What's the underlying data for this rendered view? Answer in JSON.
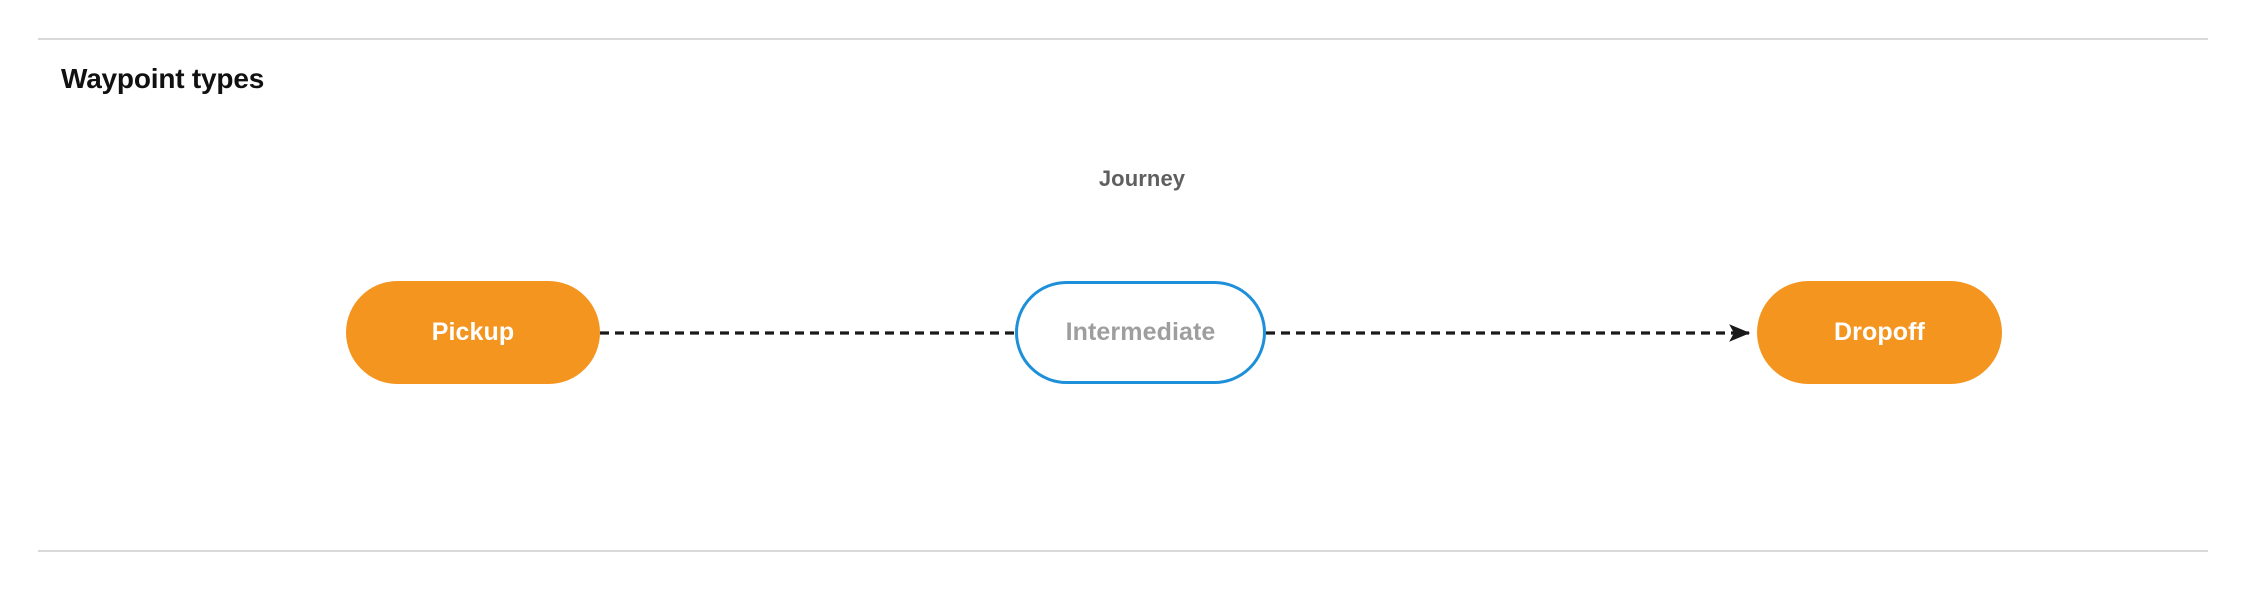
{
  "section": {
    "title": "Waypoint types"
  },
  "diagram": {
    "group_label": "Journey",
    "nodes": [
      {
        "id": "pickup",
        "label": "Pickup",
        "kind": "filled",
        "fill": "#f49520",
        "text_color": "#ffffff"
      },
      {
        "id": "intermediate",
        "label": "Intermediate",
        "kind": "outlined",
        "fill": "#ffffff",
        "border_color": "#1e90d9",
        "text_color": "#9e9e9e"
      },
      {
        "id": "dropoff",
        "label": "Dropoff",
        "kind": "filled",
        "fill": "#f49520",
        "text_color": "#ffffff"
      }
    ],
    "connectors": [
      {
        "from": "pickup",
        "to": "intermediate",
        "style": "dashed",
        "color": "#1a1a1a",
        "arrowhead": false
      },
      {
        "from": "intermediate",
        "to": "dropoff",
        "style": "dashed",
        "color": "#1a1a1a",
        "arrowhead": true
      }
    ]
  },
  "colors": {
    "divider": "#d9d9d9",
    "accent_orange": "#f49520",
    "accent_blue": "#1e90d9",
    "muted_text": "#9e9e9e",
    "label_gray": "#5f5f5f"
  }
}
